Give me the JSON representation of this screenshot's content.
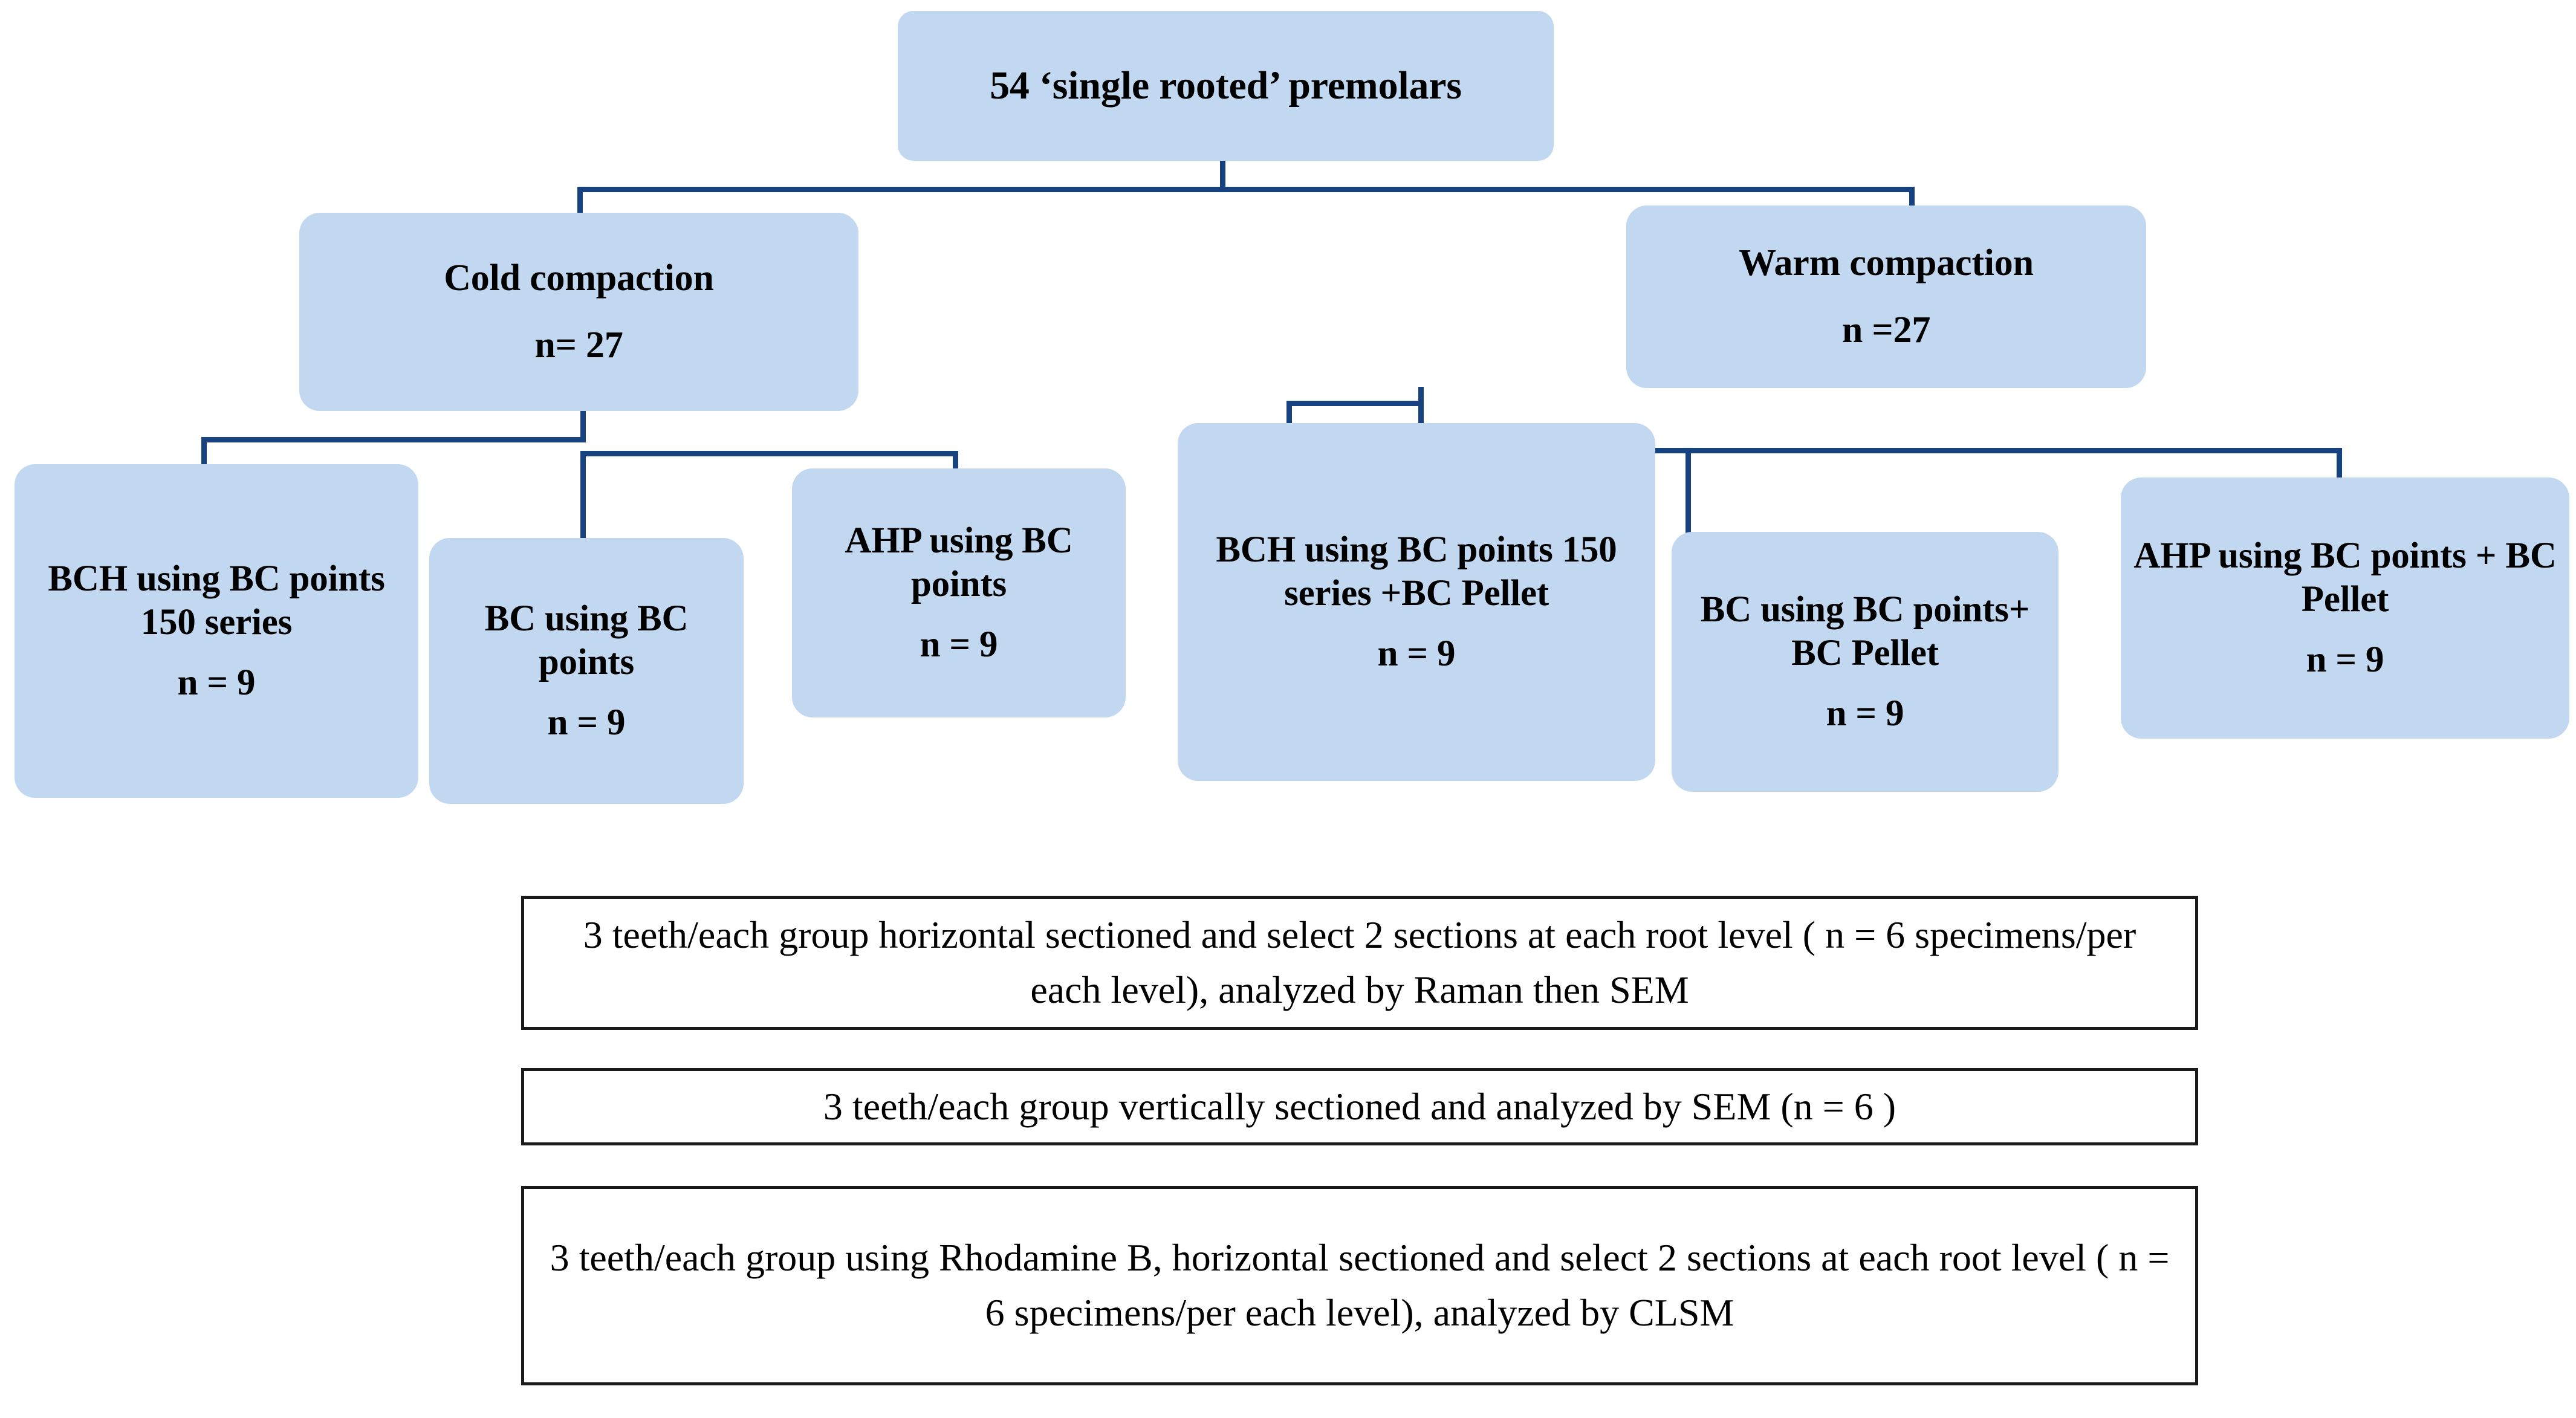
{
  "diagram": {
    "title": "Study design flow chart",
    "colors": {
      "node_fill": "#c2d8f0",
      "connector": "#16427f",
      "outcome_border": "#1a1a1a",
      "text": "#000000",
      "background": "#ffffff"
    }
  },
  "root": {
    "label": "54 ‘single rooted’ premolars"
  },
  "level2": [
    {
      "label": "Cold compaction",
      "n": "n= 27"
    },
    {
      "label": "Warm compaction",
      "n": "n =27"
    }
  ],
  "level3": [
    {
      "label": "BCH using BC points 150 series",
      "n": "n = 9",
      "group": "cold"
    },
    {
      "label": "BC using BC points",
      "n": "n = 9",
      "group": "cold"
    },
    {
      "label": "AHP using BC points",
      "n": "n = 9",
      "group": "cold"
    },
    {
      "label": "BCH using BC points 150 series +BC Pellet",
      "n": "n = 9",
      "group": "warm"
    },
    {
      "label": "BC using BC points+ BC Pellet",
      "n": "n = 9",
      "group": "warm"
    },
    {
      "label": "AHP using BC points + BC Pellet",
      "n": "n = 9",
      "group": "warm"
    }
  ],
  "outcomes": [
    {
      "text": "3 teeth/each group horizontal sectioned  and select 2 sections at each root level ( n = 6 specimens/per each level), analyzed by Raman then SEM"
    },
    {
      "text": "3 teeth/each group vertically sectioned  and analyzed by SEM (n = 6 )"
    },
    {
      "text": "3 teeth/each group using Rhodamine B, horizontal sectioned  and select 2 sections at each root level ( n = 6 specimens/per each level), analyzed by CLSM"
    }
  ]
}
